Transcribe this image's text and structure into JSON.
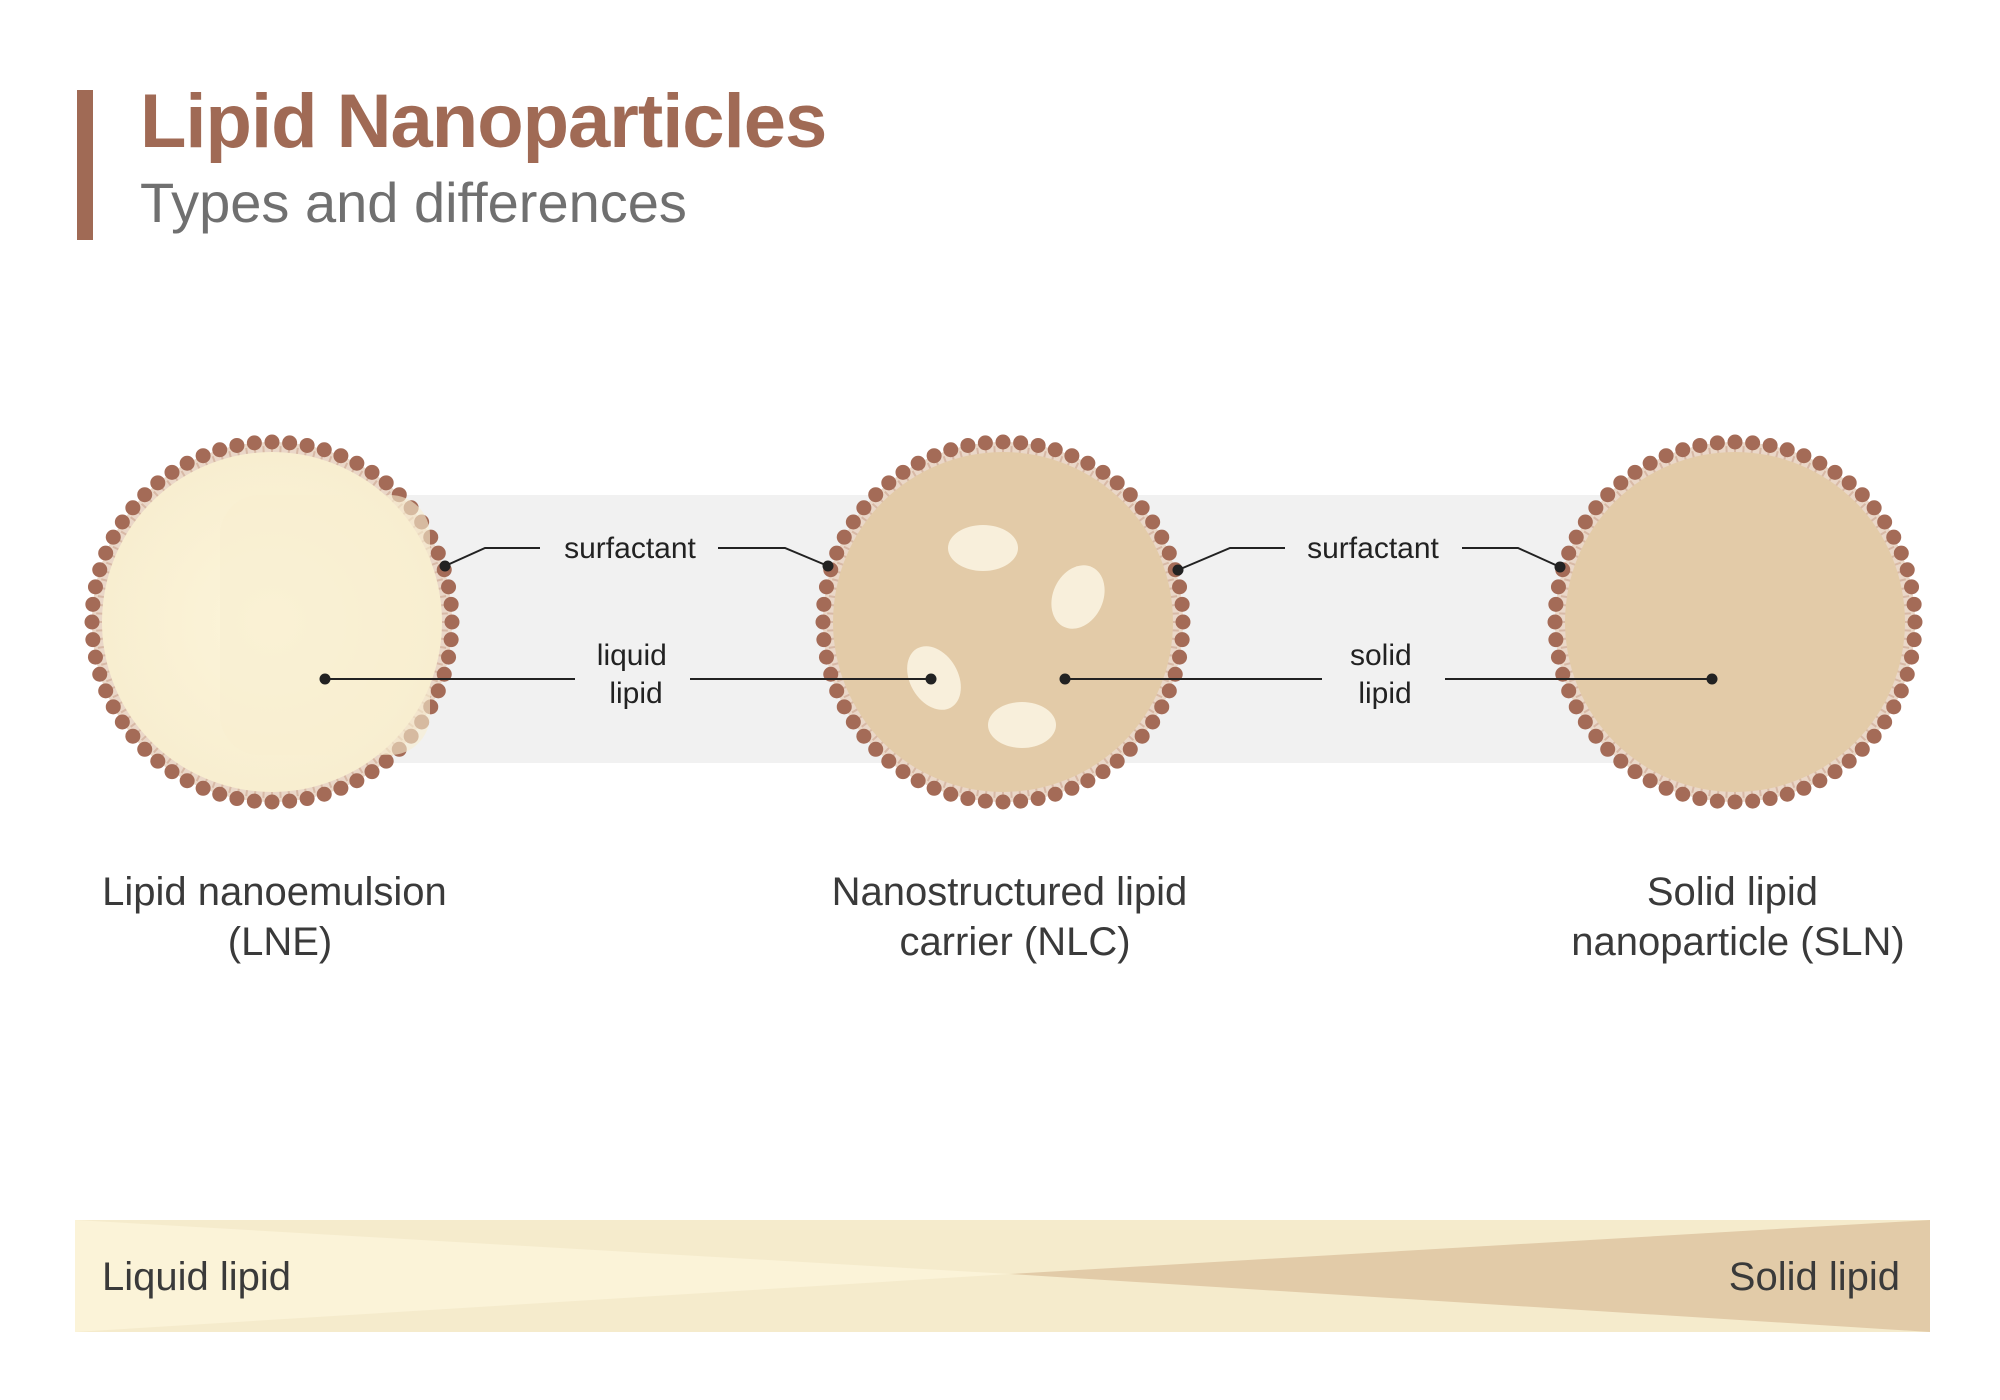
{
  "header": {
    "title": "Lipid Nanoparticles",
    "subtitle": "Types and differences"
  },
  "callouts": {
    "surfactant_left": "surfactant",
    "surfactant_right": "surfactant",
    "liquid_lipid": [
      "liquid",
      "lipid"
    ],
    "solid_lipid": [
      "solid",
      "lipid"
    ]
  },
  "particles": [
    {
      "name": "Lipid nanoemulsion (LNE)",
      "caption": [
        "Lipid nanoemulsion",
        "(LNE)"
      ]
    },
    {
      "name": "Nanostructured lipid carrier (NLC)",
      "caption": [
        "Nanostructured lipid",
        "carrier (NLC)"
      ]
    },
    {
      "name": "Solid lipid nanoparticle (SLN)",
      "caption": [
        "Solid lipid",
        "nanoparticle (SLN)"
      ]
    }
  ],
  "gradient_bar": {
    "left_label": "Liquid lipid",
    "right_label": "Solid lipid"
  },
  "colors": {
    "accent": "#a06a55",
    "surfactant_head": "#a46b57",
    "surfactant_tail": "#d8b9a6",
    "liquid_lipid": "#fbf3d6",
    "solid_lipid": "#e3cba8",
    "band": "#f1f1f1",
    "text": "#3a3a3a"
  }
}
